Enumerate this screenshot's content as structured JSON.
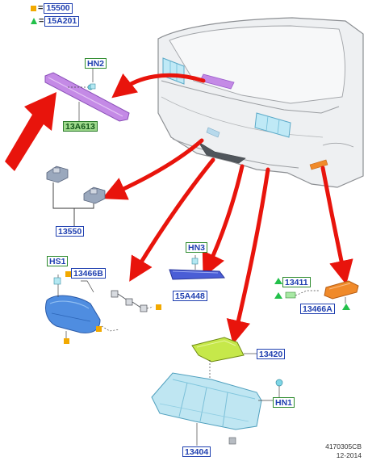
{
  "legend": [
    {
      "symbol": "square-icon",
      "color": "#f2a900",
      "code": "15500"
    },
    {
      "symbol": "triangle-icon",
      "color": "#22c04a",
      "code": "15A201"
    }
  ],
  "labels": {
    "hn2": "HN2",
    "p13a613": "13A613",
    "p13550": "13550",
    "hs1": "HS1",
    "p13466b": "13466B",
    "hn3": "HN3",
    "p15a448": "15A448",
    "p13411": "13411",
    "p13466a": "13466A",
    "p13420": "13420",
    "hn1": "HN1",
    "p13404": "13404"
  },
  "footer": {
    "drawing_id": "4170305CB",
    "date": "12-2014"
  },
  "colors": {
    "arrow": "#e8140c",
    "code_blue": "#1f3fb0",
    "code_green_border": "#2e8b2e",
    "mount_bar": "#c48ae6",
    "reflector": "#4a5ed6",
    "lamp": "#4f8de0",
    "lamp_housing": "#bfe6f2",
    "gasket": "#c6e84a",
    "side_marker": "#f08a2a",
    "vehicle": "#eef0f2"
  }
}
